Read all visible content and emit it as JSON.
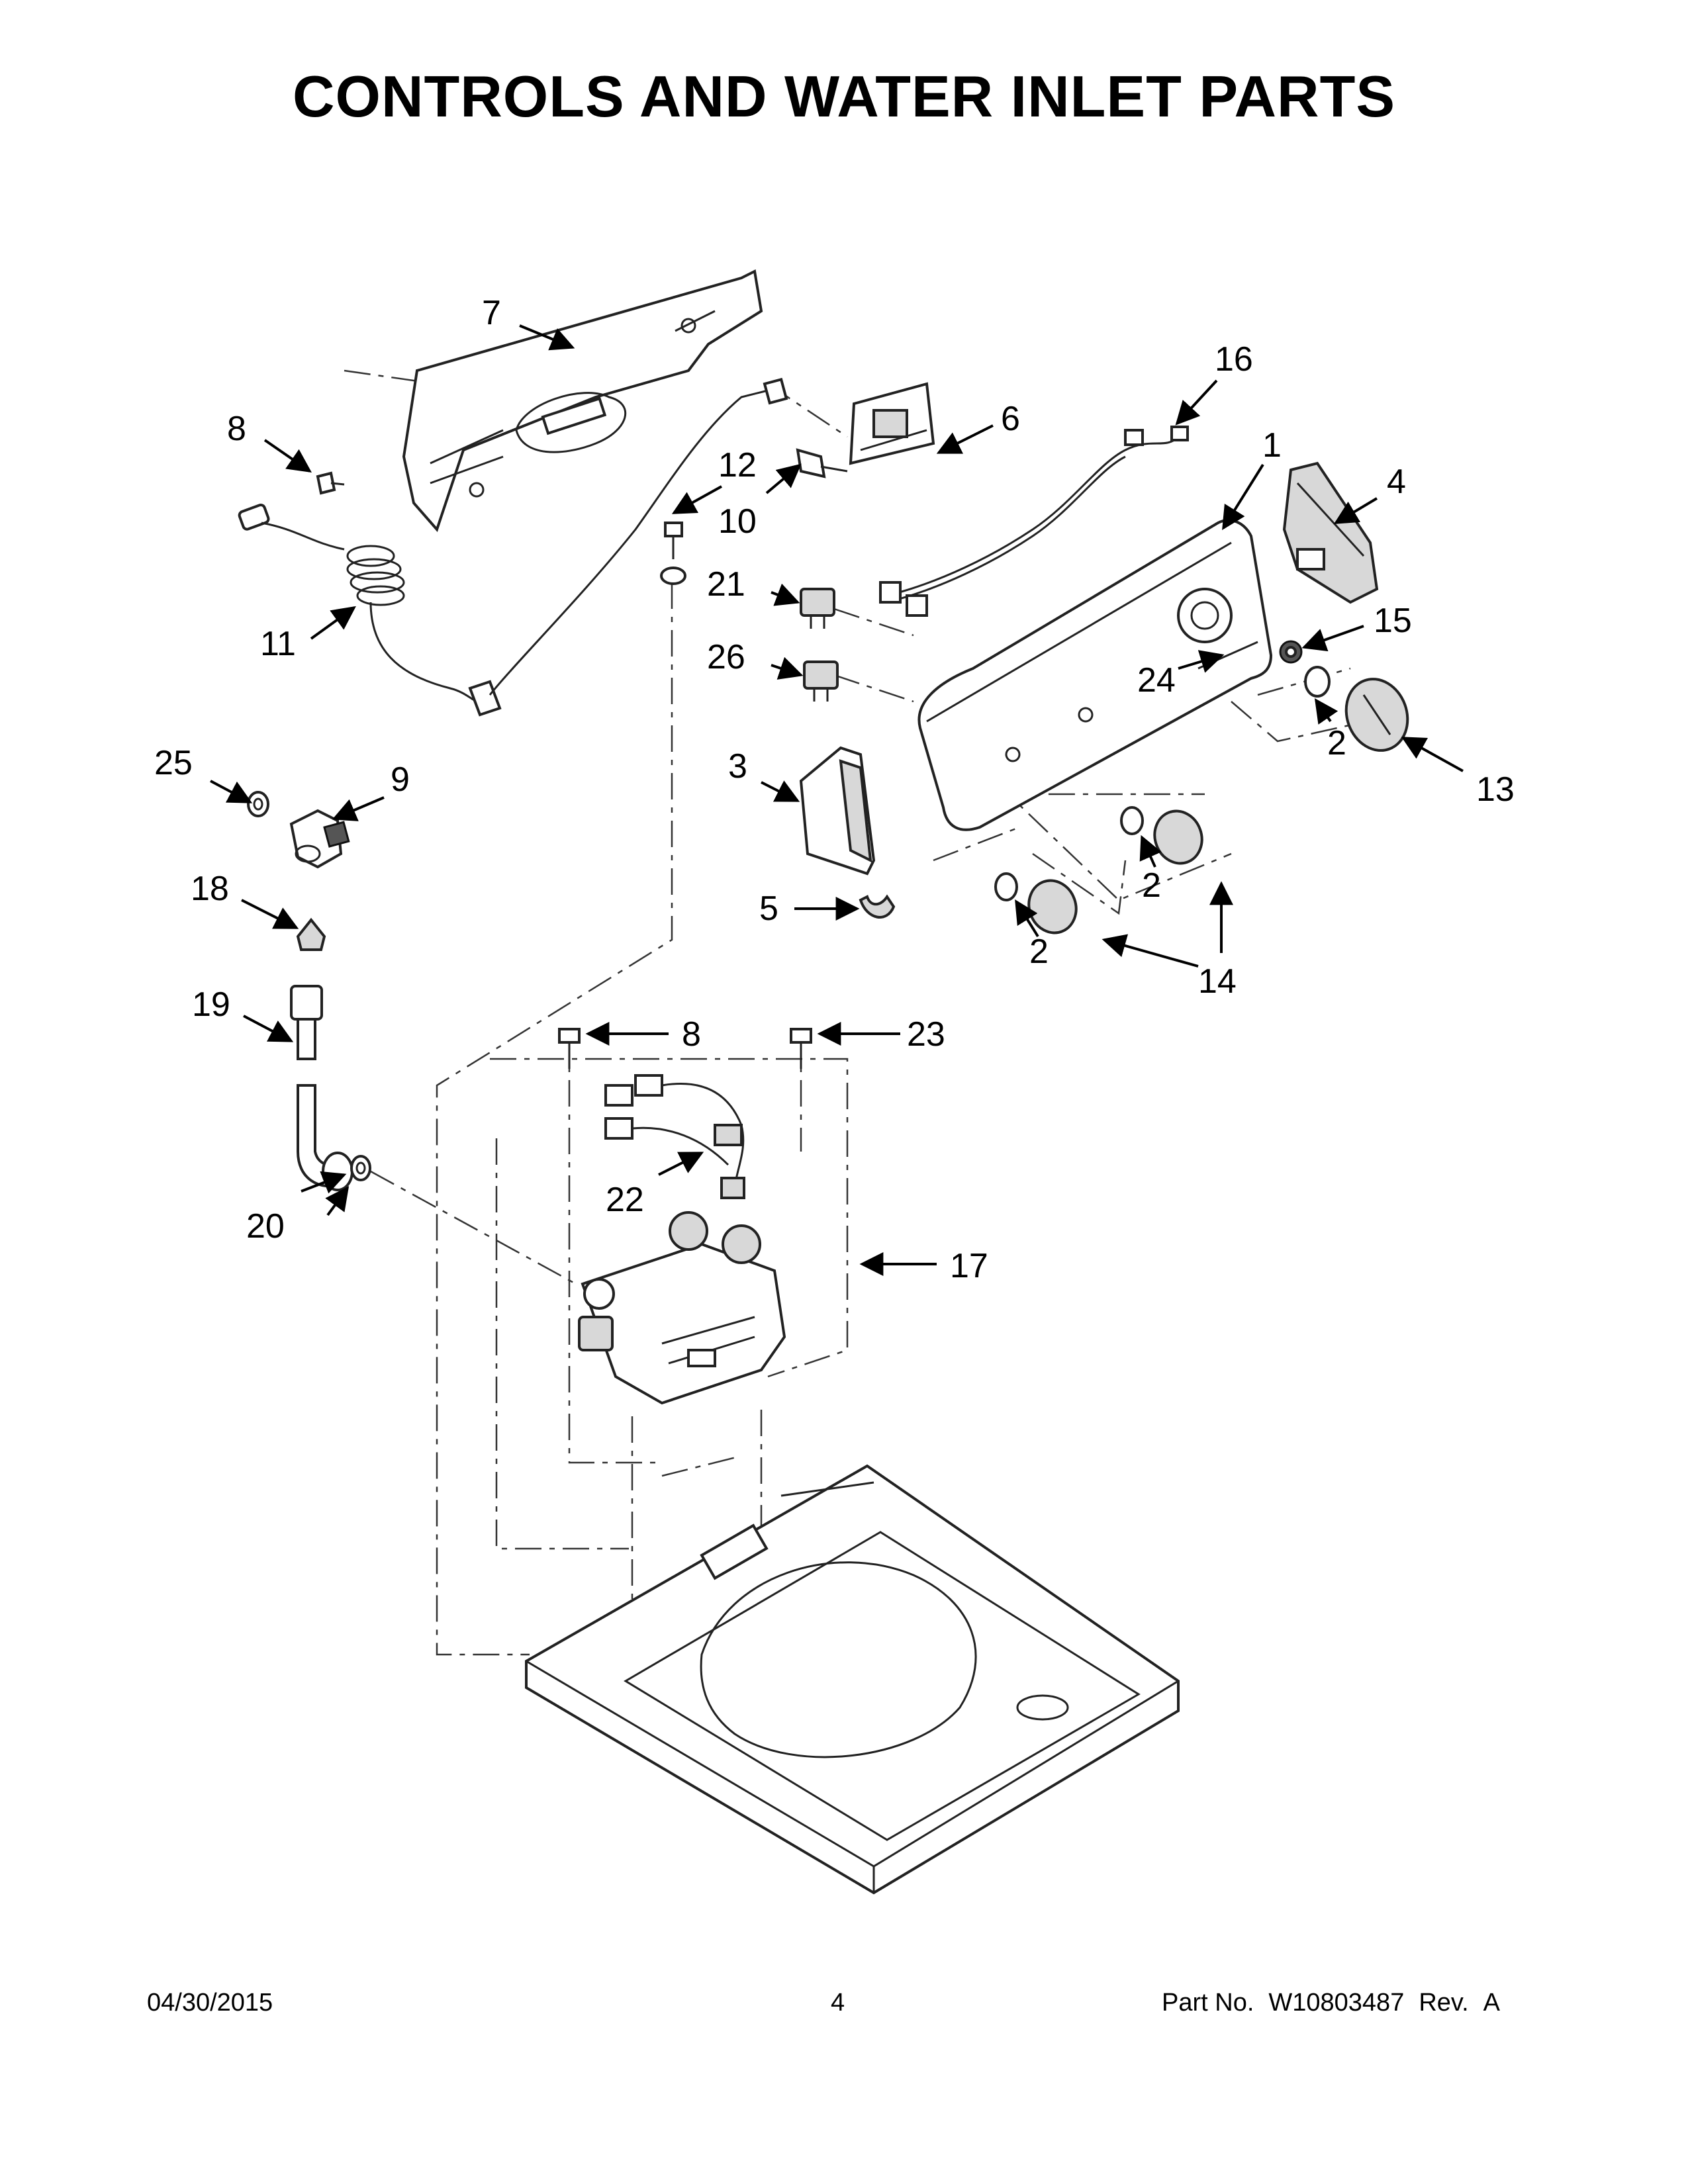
{
  "title": "CONTROLS AND WATER INLET PARTS",
  "footer": {
    "date": "04/30/2015",
    "page": "4",
    "part_label": "Part No.",
    "part_number": "W10803487",
    "rev_label": "Rev.",
    "rev": "A"
  },
  "callouts": {
    "c1": "1",
    "c2a": "2",
    "c2b": "2",
    "c2c": "2",
    "c3": "3",
    "c4": "4",
    "c5": "5",
    "c6": "6",
    "c7": "7",
    "c8a": "8",
    "c8b": "8",
    "c9": "9",
    "c10": "10",
    "c11": "11",
    "c12": "12",
    "c13": "13",
    "c14": "14",
    "c15": "15",
    "c16": "16",
    "c17": "17",
    "c18": "18",
    "c19": "19",
    "c20": "20",
    "c21": "21",
    "c22": "22",
    "c23": "23",
    "c24": "24",
    "c25": "25",
    "c26": "26"
  }
}
